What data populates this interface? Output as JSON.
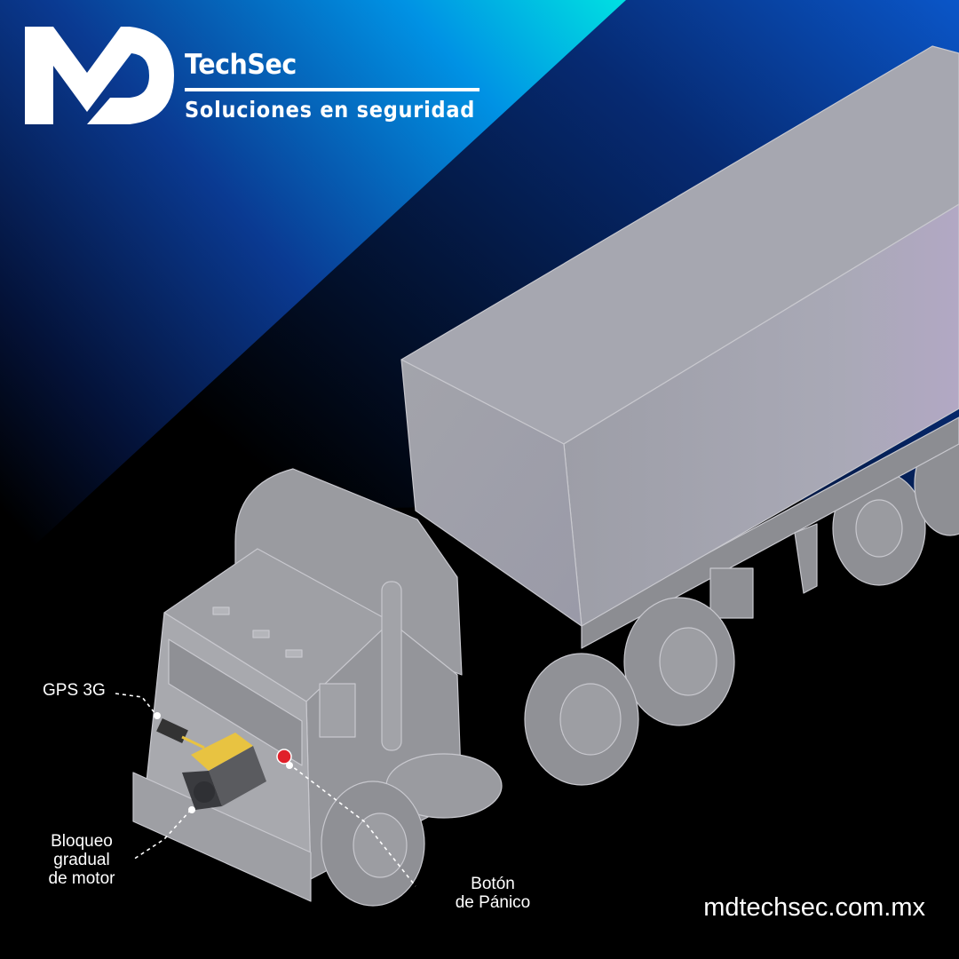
{
  "brand": {
    "logo_letters": "MD",
    "name": "TechSec",
    "tagline": "Soluciones en seguridad"
  },
  "callouts": {
    "gps": "GPS 3G",
    "engine_block": [
      "Bloqueo",
      "gradual",
      "de motor"
    ],
    "panic_button": [
      "Botón",
      "de Pánico"
    ]
  },
  "website": "mdtechsec.com.mx",
  "icons": [
    "md-logo-icon",
    "gps-module-icon",
    "engine-icon",
    "panic-button-icon"
  ],
  "colors": {
    "background": "#000000",
    "gradient_cyan": "#00f2e1",
    "gradient_blue": "#0070d8",
    "gradient_navy": "#041238",
    "truck_gray": "#a4a4aa",
    "panic_red": "#e0202a",
    "engine_yellow": "#e8c341",
    "text": "#ffffff"
  }
}
